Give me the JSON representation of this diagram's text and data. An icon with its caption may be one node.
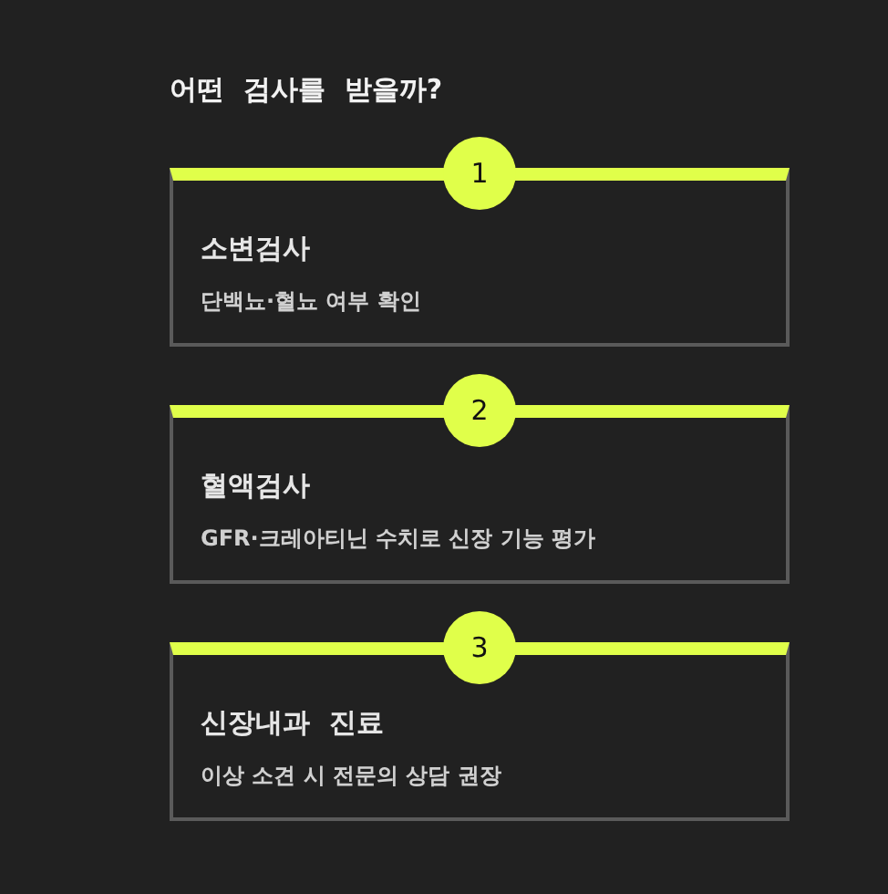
{
  "diagram": {
    "title": "어떤  검사를  받을까?",
    "nodes": [
      {
        "text": [
          "1"
        ]
      },
      {
        "text": [
          "소변검사",
          "단백뇨·혈뇨 여부 확인"
        ]
      },
      {
        "text": [
          "2"
        ]
      },
      {
        "text": [
          "혈액검사",
          "GFR·크레아티닌 수치로 신장 기능 평가"
        ]
      },
      {
        "text": [
          "3"
        ]
      },
      {
        "text": [
          "신장내과  진료",
          "이상 소견 시 전문의 상담 권장"
        ]
      }
    ]
  }
}
